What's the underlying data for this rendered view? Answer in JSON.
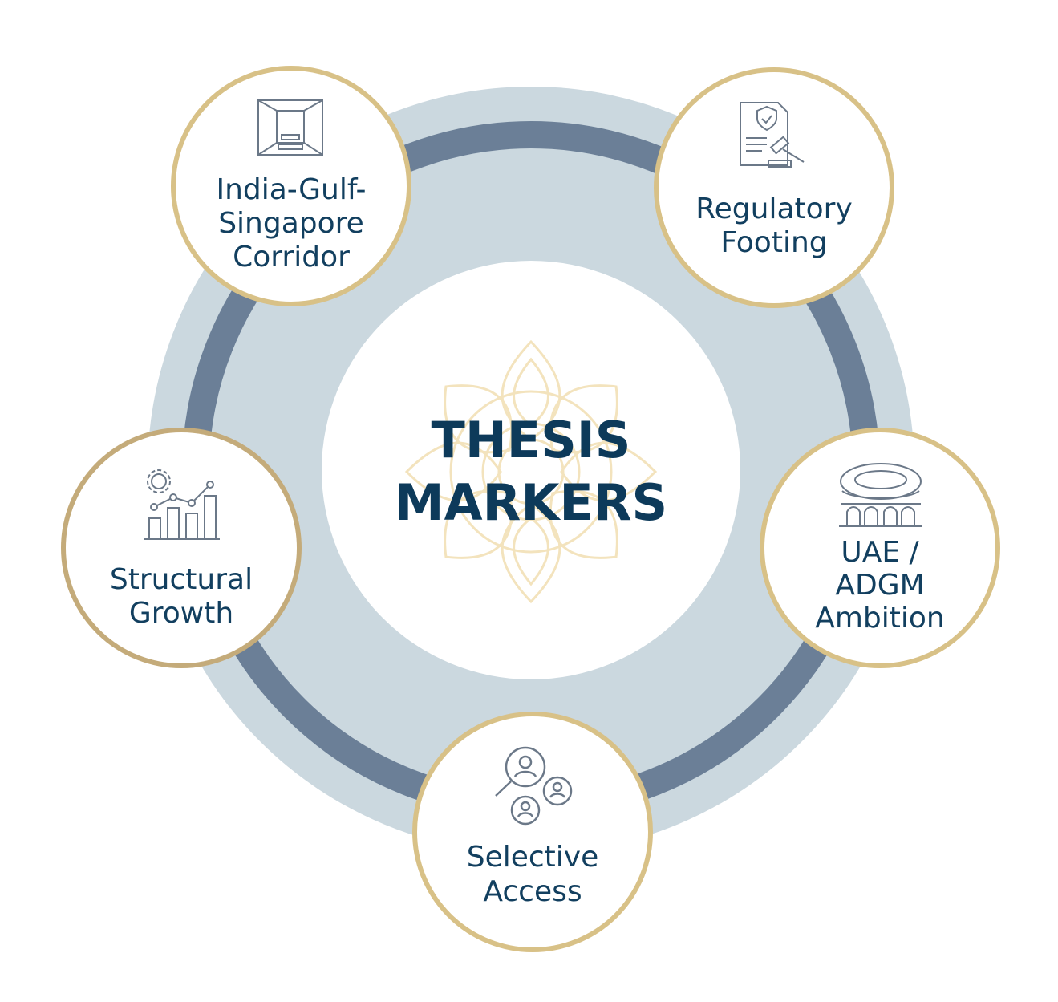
{
  "diagram": {
    "center": {
      "line1": "THESIS",
      "line2": "MARKERS"
    },
    "nodes": [
      {
        "id": "corridor",
        "lines": [
          "India-Gulf-",
          "Singapore",
          "Corridor"
        ],
        "icon": "corridor-perspective-icon"
      },
      {
        "id": "regulatory",
        "lines": [
          "Regulatory",
          "Footing"
        ],
        "icon": "legal-document-gavel-icon"
      },
      {
        "id": "uae",
        "lines": [
          "UAE /",
          "ADGM",
          "Ambition"
        ],
        "icon": "stadium-landmark-icon"
      },
      {
        "id": "access",
        "lines": [
          "Selective",
          "Access"
        ],
        "icon": "people-search-icon"
      },
      {
        "id": "growth",
        "lines": [
          "Structural",
          "Growth"
        ],
        "icon": "growth-chart-gear-icon"
      }
    ]
  },
  "colors": {
    "outer_ring": "#cbd8df",
    "dark_ring": "#6b7f97",
    "gold": "#d8c187",
    "text": "#123f5f",
    "icon": "#6b7888",
    "mandala": "#f3e3bd"
  }
}
